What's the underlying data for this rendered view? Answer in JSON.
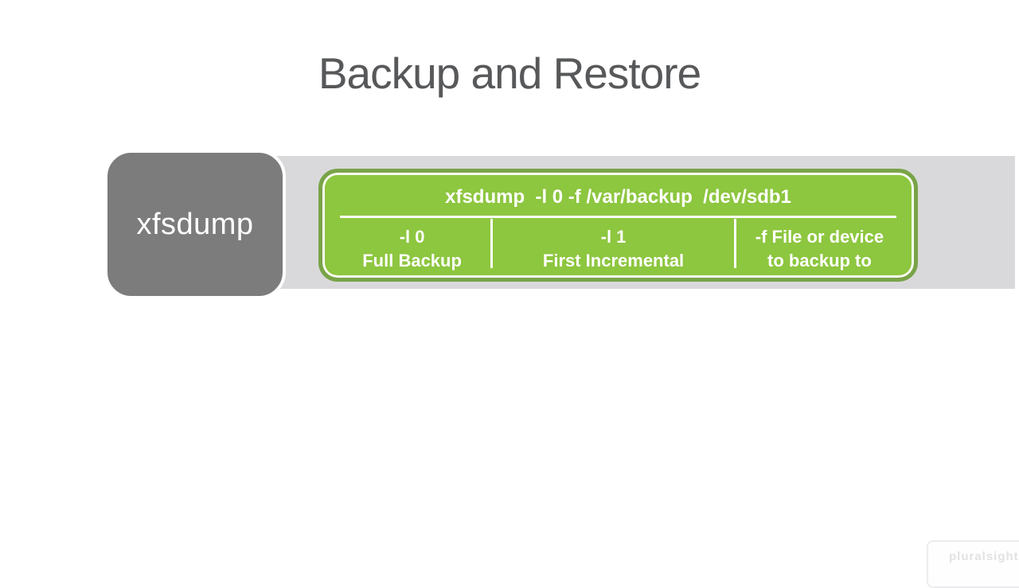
{
  "slide": {
    "title": "Backup and Restore"
  },
  "diagram": {
    "command_box_label": "xfsdump",
    "command": "xfsdump  -l 0 -f /var/backup  /dev/sdb1",
    "columns": [
      {
        "option": "-l 0",
        "description": "Full Backup"
      },
      {
        "option": "-l 1",
        "description": "First Incremental"
      },
      {
        "option": "-f File or device",
        "description": "to backup to"
      }
    ]
  },
  "watermark": {
    "text": "pluralsight"
  },
  "colors": {
    "green_fill": "#8dc63f",
    "green_border": "#79a348",
    "gray_box": "#7c7c7d",
    "band": "#d9d9db",
    "title_color": "#57585a",
    "watermark_color": "#e2e2e5",
    "watermark_border": "#ececee"
  }
}
